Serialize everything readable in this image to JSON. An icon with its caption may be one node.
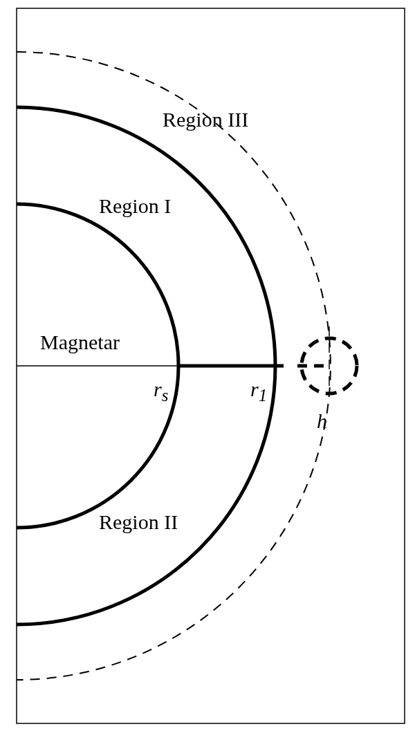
{
  "diagram": {
    "labels": [
      "Region III",
      "Region I",
      "Magnetar",
      "r$_{s}$",
      "r$_{1}$",
      "h",
      "Region II"
    ]
  }
}
